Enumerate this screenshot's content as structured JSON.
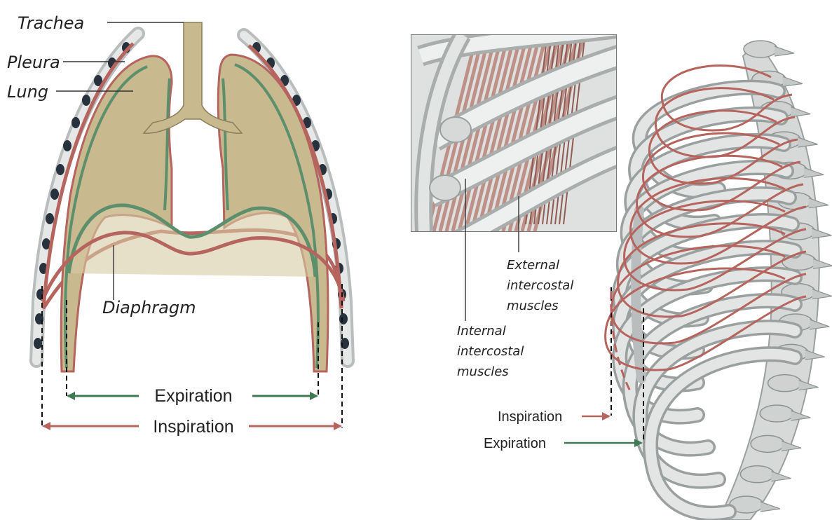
{
  "colors": {
    "lung_fill": "#c8b98e",
    "pleura_red": "#b5645e",
    "lung_green": "#5e8f6d",
    "rib_grey": "#c8cccc",
    "rib_dark": "#27323d",
    "bone_light": "#e3e5e4",
    "bone_shadow": "#9aa09f",
    "muscle": "#b78378"
  },
  "left_panel": {
    "labels": {
      "trachea": "Trachea",
      "pleura": "Pleura",
      "lung": "Lung",
      "diaphragm": "Diaphragm"
    },
    "expiration_label": "Expiration",
    "inspiration_label": "Inspiration"
  },
  "right_panel": {
    "inset_labels": {
      "external_1": "External",
      "external_2": "intercostal",
      "external_3": "muscles",
      "internal_1": "Internal",
      "internal_2": "intercostal",
      "internal_3": "muscles"
    },
    "inspiration_label": "Inspiration",
    "expiration_label": "Expiration"
  }
}
